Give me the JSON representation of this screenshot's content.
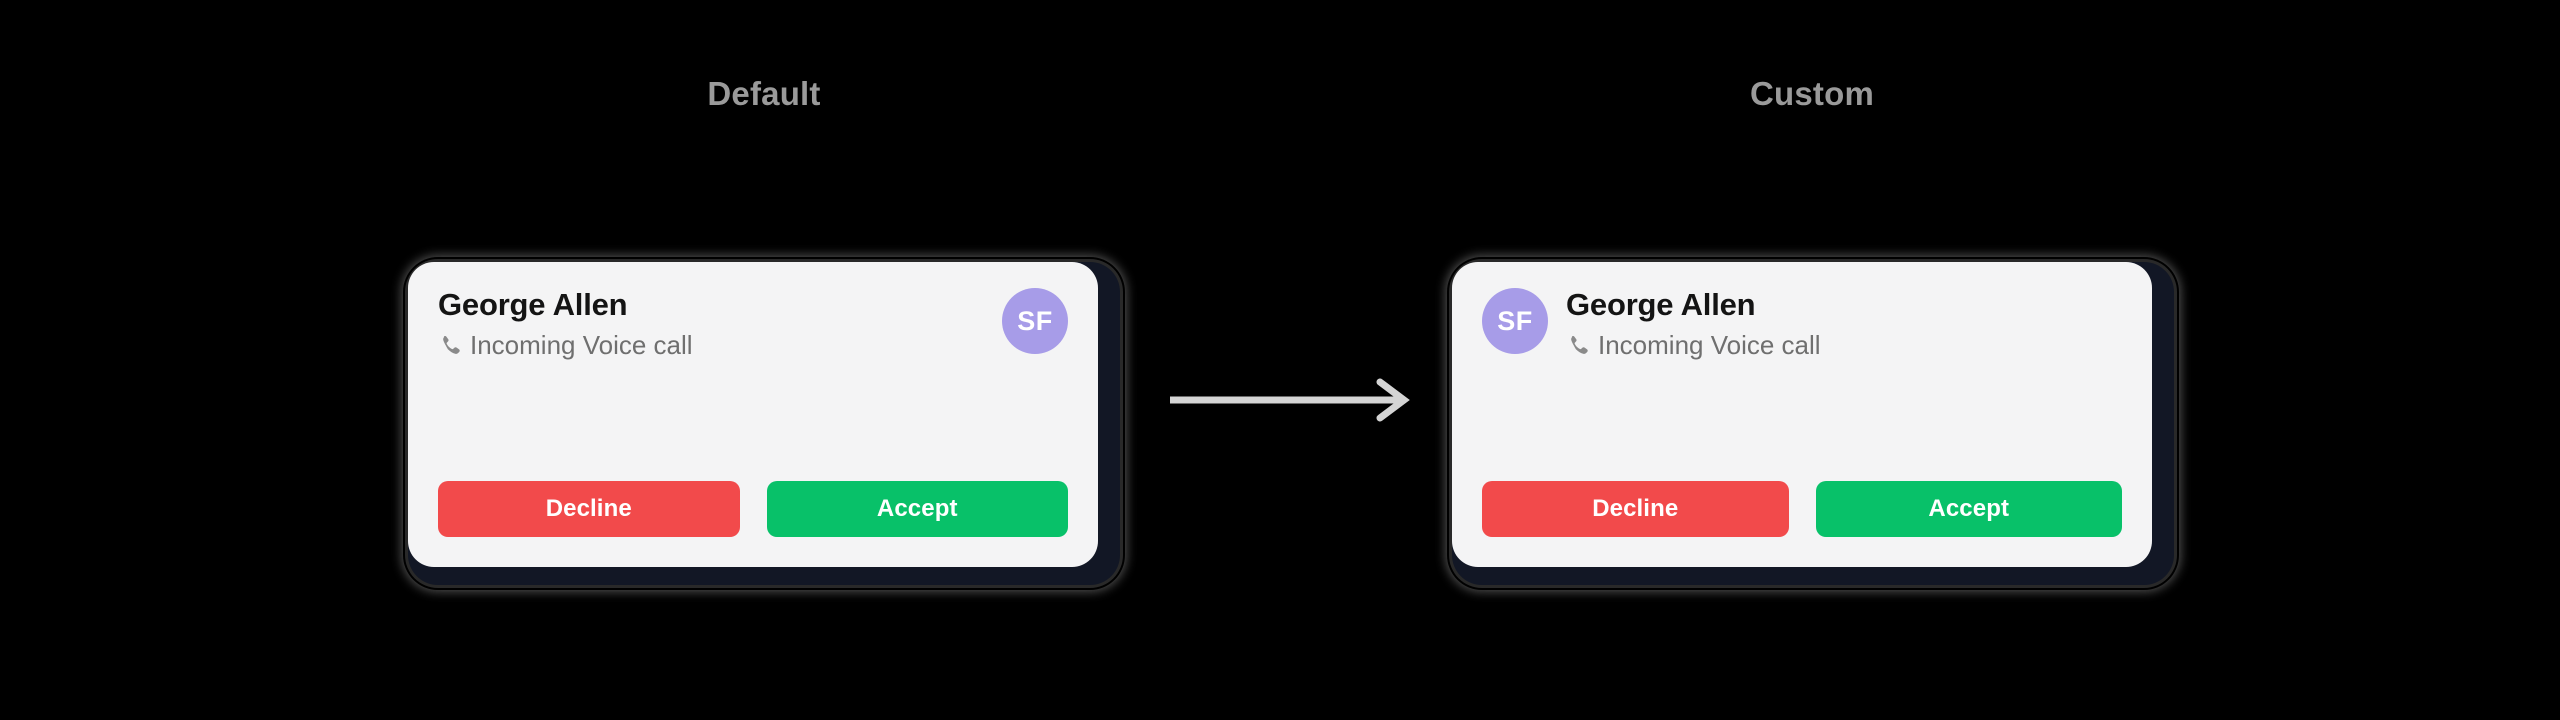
{
  "page": {
    "background_color": "#000000"
  },
  "columns": [
    {
      "id": "default",
      "heading": "Default",
      "avatar_position": "right"
    },
    {
      "id": "custom",
      "heading": "Custom",
      "avatar_position": "left"
    }
  ],
  "notification": {
    "caller_name": "George Allen",
    "call_status": "Incoming Voice call",
    "status_icon": "phone-icon",
    "avatar": {
      "initials": "SF",
      "background_color": "#a79ce8",
      "text_color": "#ffffff"
    },
    "buttons": {
      "decline_label": "Decline",
      "decline_color": "#f24a4b",
      "accept_label": "Accept",
      "accept_color": "#08c169"
    },
    "card_background": "#f4f4f5",
    "frame_color": "#121725",
    "name_color": "#141414",
    "status_color": "#6f6f6f"
  },
  "arrow": {
    "name": "arrow-right-icon",
    "direction": "right",
    "color": "#d4d4d4"
  },
  "heading_color": "#9a9a9a"
}
